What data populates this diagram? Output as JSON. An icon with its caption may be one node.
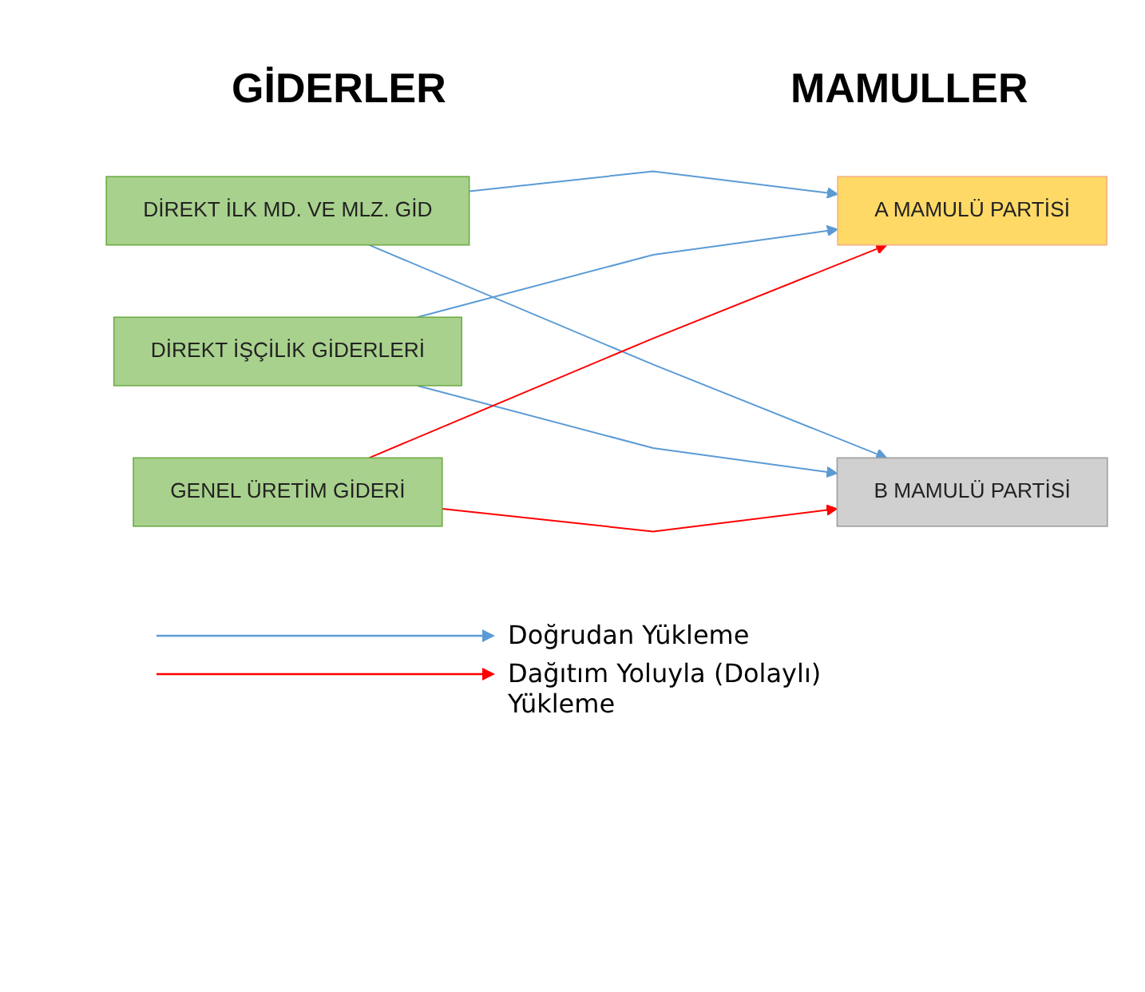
{
  "diagram": {
    "nodes": [
      {
        "text": [
          "DİREKT İLK MD. VE MLZ. GİD"
        ]
      },
      {
        "text": [
          "DİREKT İŞÇİLİK GİDERLERİ"
        ]
      },
      {
        "text": [
          "GENEL ÜRETİM GİDERİ"
        ]
      },
      {
        "text": [
          "A MAMULÜ PARTİSİ"
        ]
      },
      {
        "text": [
          "B MAMULÜ PARTİSİ"
        ]
      }
    ],
    "edges": [
      {
        "from": 0,
        "to": 3,
        "arrow": "to"
      },
      {
        "from": 0,
        "to": 4,
        "arrow": "to"
      },
      {
        "from": 1,
        "to": 3,
        "arrow": "to"
      },
      {
        "from": 1,
        "to": 4,
        "arrow": "to"
      },
      {
        "from": 2,
        "to": 3,
        "arrow": "to",
        "color": "#ff0000"
      },
      {
        "from": 2,
        "to": 4,
        "arrow": "to",
        "color": "#ff0000"
      }
    ],
    "labels": [
      "GİDERLER",
      "MAMULLER"
    ],
    "legend": [
      {
        "text": "Doğrudan Yükleme"
      },
      {
        "text": "Dağıtım Yoluyla (Dolaylı) Yükleme"
      }
    ]
  }
}
